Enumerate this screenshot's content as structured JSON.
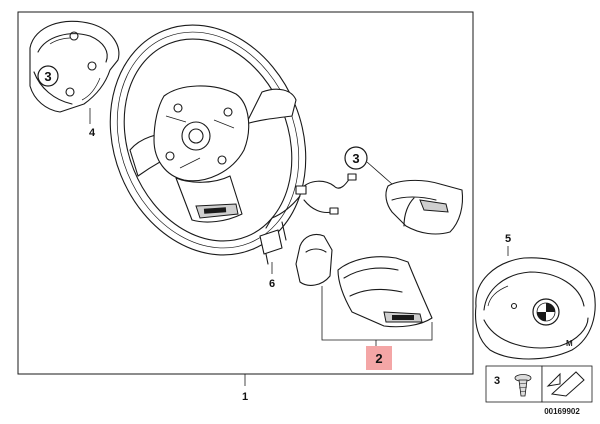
{
  "diagram": {
    "part_numbers": {
      "assembly": "1",
      "trim_cover_lower": "2",
      "screw_ref_a": "3",
      "screw_ref_b": "3",
      "screw_ref_c": "3",
      "rear_cover": "4",
      "airbag_module": "5",
      "wiring_harness": "6"
    },
    "highlighted_part": "2",
    "highlight_color": "#f4a6a6",
    "drawing_number": "00169902",
    "logo_mark": "M"
  }
}
